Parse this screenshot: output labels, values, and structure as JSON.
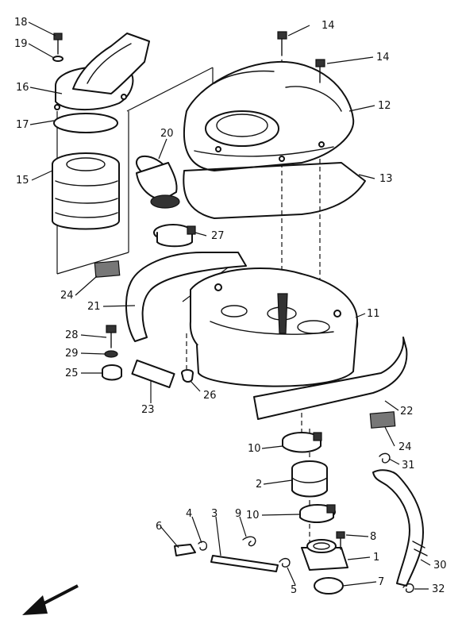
{
  "callouts": {
    "p1": "1",
    "p2": "2",
    "p3": "3",
    "p4": "4",
    "p5": "5",
    "p6": "6",
    "p7": "7",
    "p8": "8",
    "p9": "9",
    "p10a": "10",
    "p10b": "10",
    "p11": "11",
    "p12": "12",
    "p13": "13",
    "p14a": "14",
    "p14b": "14",
    "p15": "15",
    "p16": "16",
    "p17": "17",
    "p18": "18",
    "p19": "19",
    "p20": "20",
    "p21": "21",
    "p22": "22",
    "p23": "23",
    "p24a": "24",
    "p24b": "24",
    "p25": "25",
    "p26": "26",
    "p27": "27",
    "p28": "28",
    "p29": "29",
    "p30": "30",
    "p31": "31",
    "p32": "32"
  },
  "icons": {
    "direction_arrow": "front-direction-arrow-icon"
  }
}
